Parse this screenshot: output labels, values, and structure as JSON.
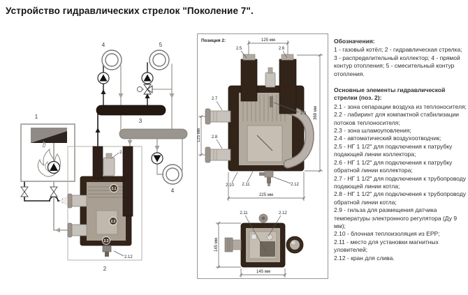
{
  "title": "Устройство гидравлических стрелок \"Поколение 7\".",
  "schematic": {
    "boiler_label": "1",
    "separator_label": "2",
    "collector_label": "3",
    "circuit_direct_top_label": "4",
    "circuit_mixing_label": "5",
    "circuit_direct_bottom_label": "4",
    "callout_2_1": "2.1",
    "callout_2_2": "2.2",
    "callout_2_3": "2.3",
    "callout_2_4": "2.4",
    "callout_2_12": "2.12"
  },
  "drawing": {
    "header": "Позиция 2:",
    "dim_top": "125 мм",
    "dim_left": "125 мм",
    "dim_right": "368 мм",
    "dim_bottom": "225 мм",
    "dim_bottomview_left": "145 мм",
    "dim_bottomview_bottom": "145 мм",
    "callout_2_5": "2.5",
    "callout_2_6": "2.6",
    "callout_2_7": "2.7",
    "callout_2_8": "2.8",
    "callout_2_9": "2.9",
    "callout_2_10": "2.10",
    "callout_2_11": "2.11",
    "callout_2_12": "2.12",
    "bv_callout_2_11": "2.11",
    "bv_callout_2_12": "2.12"
  },
  "legend": {
    "heading": "Обозначения:",
    "body": "1 - газовый котёл; 2 - гидравлическая стрелка; 3 - распределительный коллектор; 4 - прямой контур отопления; 5 - смесительный контур отопления."
  },
  "elements": {
    "heading": "Основные элементы гидравлической стрелки (поз. 2):",
    "items": [
      "2.1 - зона сепарации воздуха из теплоносителя;",
      "2.2 - лабиринт для компактной стабилизации потоков теплоносителя;",
      "2.3 - зона шламоуповления;",
      "2.4 - автоматический воздухоотводчик;",
      "2.5 - НГ 1 1/2\" для подключения к патрубку подающей линии коллектора;",
      "2.6 - НГ 1 1/2\" для подключения к патрубку обратной линии коллектора;",
      "2.7 - НГ 1 1/2\" для подключения к трубопроводу подающей линии котла;",
      "2.8 - НГ 1 1/2\" для подключения к трубопроводу обратной линии котла;",
      "2.9 - гильза для размещения датчика температуры электронного регулятора (Ду 9 мм);",
      "2.10 - блочная теплоизоляция из EPP;",
      "2.11 - место для установки магнитных уловителей;",
      "2.12 - кран для слива."
    ]
  },
  "colors": {
    "insulation_brown": "#33241a",
    "supply_manifold": "#241811",
    "return_manifold": "#9a958e",
    "metal_gray": "#c7c2bb",
    "supply_pipe": "#1a1a1a",
    "return_pipe": "#a6a19a",
    "text": "#2e2e2e"
  }
}
